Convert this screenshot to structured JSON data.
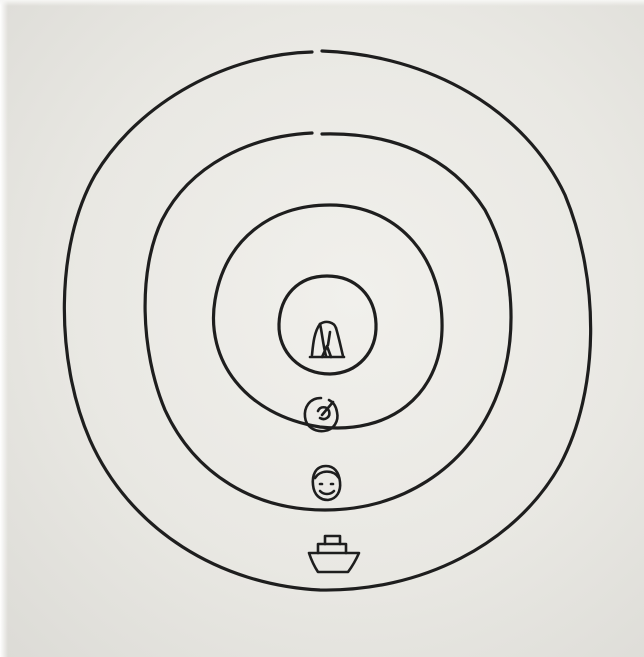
{
  "diagram": {
    "rings": [
      {
        "name": "outer"
      },
      {
        "name": "second"
      },
      {
        "name": "third"
      },
      {
        "name": "inner"
      }
    ],
    "icons": [
      {
        "name": "tent-icon",
        "ring": "inner"
      },
      {
        "name": "target-icon",
        "ring": "third"
      },
      {
        "name": "face-icon",
        "ring": "second"
      },
      {
        "name": "boat-icon",
        "ring": "outer"
      }
    ],
    "colors": {
      "paper": "#e9e8e3",
      "ink": "#1e1e1e"
    }
  }
}
